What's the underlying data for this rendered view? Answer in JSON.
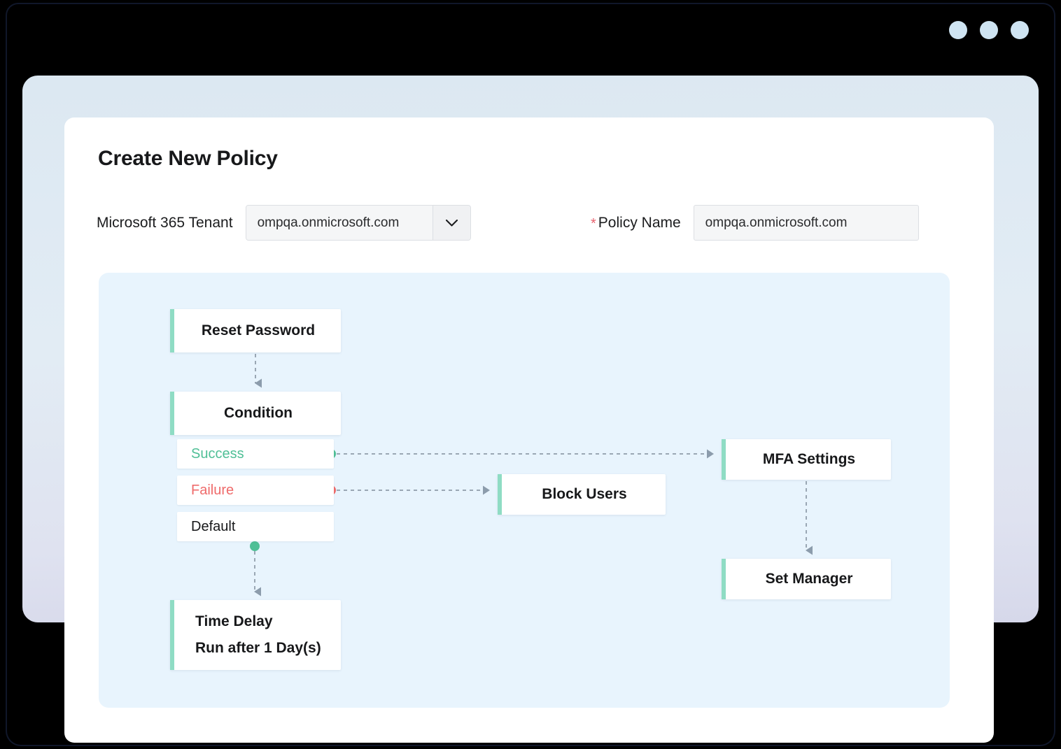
{
  "window": {
    "dots": [
      "minimize-dot",
      "maximize-dot",
      "close-dot"
    ],
    "dot_color": "#cfe4f2"
  },
  "page": {
    "title": "Create New Policy"
  },
  "form": {
    "tenant": {
      "label": "Microsoft 365 Tenant",
      "value": "ompqa.onmicrosoft.com",
      "icon": "chevron-down-icon"
    },
    "policy_name": {
      "required_marker": "*",
      "label": "Policy Name",
      "value": "ompqa.onmicrosoft.com",
      "placeholder": "ompqa.onmicrosoft.com"
    }
  },
  "flow": {
    "accent_color": "#8fdcc4",
    "canvas_color": "#e8f4fd",
    "connector_color": "#9aa7b4",
    "nodes": {
      "reset_password": "Reset Password",
      "condition": "Condition",
      "block_users": "Block Users",
      "mfa_settings": "MFA Settings",
      "set_manager": "Set Manager",
      "time_delay_title": "Time Delay",
      "time_delay_detail": "Run after 1 Day(s)"
    },
    "branches": [
      {
        "label": "Success",
        "color": "#4fbf96",
        "dot_color": "#4fbf96",
        "target": "MFA Settings"
      },
      {
        "label": "Failure",
        "color": "#ef6b6b",
        "dot_color": "#ef6b6b",
        "target": "Block Users"
      },
      {
        "label": "Default",
        "color": "#17181a",
        "dot_color": "#4fbf96",
        "target": "Time Delay"
      }
    ]
  }
}
